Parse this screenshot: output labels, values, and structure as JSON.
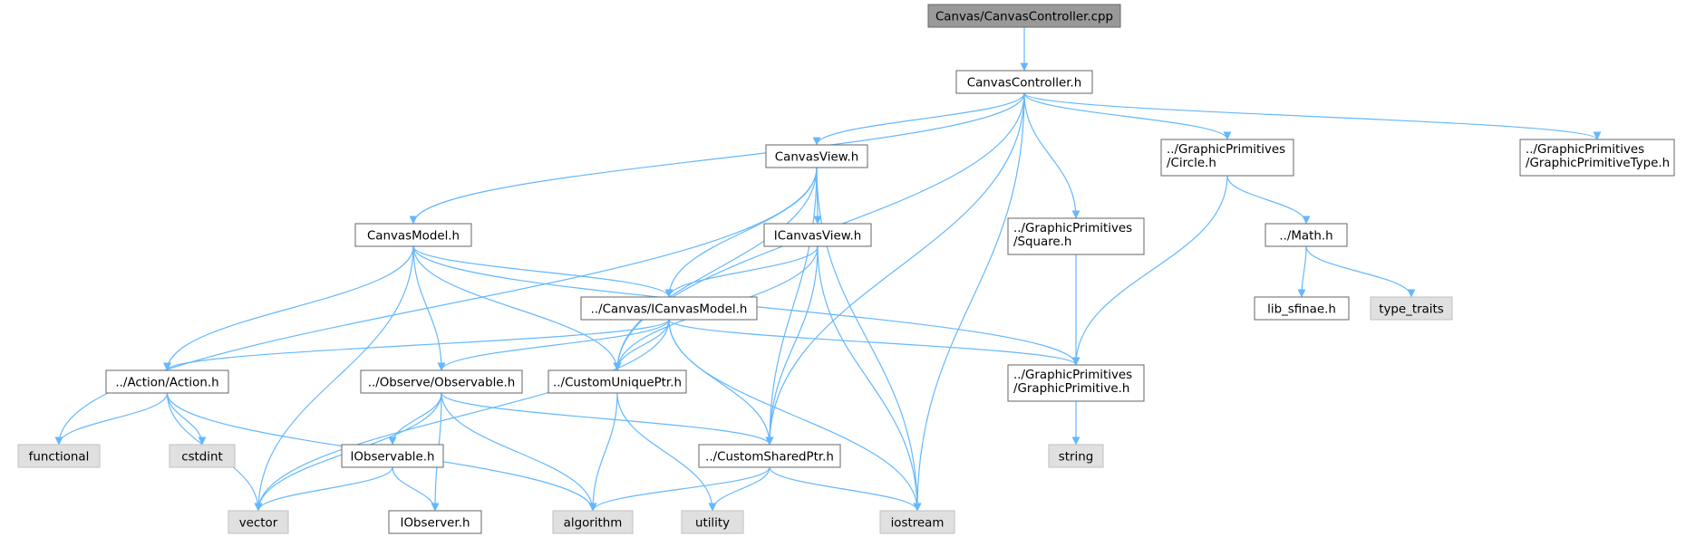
{
  "diagram": {
    "title": "",
    "colors": {
      "root_fill": "#999999",
      "root_border": "#666666",
      "project_fill": "#ffffff",
      "project_border": "#666666",
      "system_fill": "#e0e0e0",
      "system_border": "#bfbfbf",
      "edge": "#63b8ff"
    },
    "nodes": [
      {
        "id": "canvascontroller_cpp",
        "kind": "root",
        "lines": [
          "Canvas/CanvasController.cpp"
        ]
      },
      {
        "id": "canvascontroller_h",
        "kind": "project",
        "lines": [
          "CanvasController.h"
        ]
      },
      {
        "id": "canvasview_h",
        "kind": "project",
        "lines": [
          "CanvasView.h"
        ]
      },
      {
        "id": "gp_circle_h",
        "kind": "project",
        "lines": [
          "../GraphicPrimitives",
          "/Circle.h"
        ]
      },
      {
        "id": "gp_type_h",
        "kind": "project",
        "lines": [
          "../GraphicPrimitives",
          "/GraphicPrimitiveType.h"
        ]
      },
      {
        "id": "canvasmodel_h",
        "kind": "project",
        "lines": [
          "CanvasModel.h"
        ]
      },
      {
        "id": "icanvasview_h",
        "kind": "project",
        "lines": [
          "ICanvasView.h"
        ]
      },
      {
        "id": "gp_square_h",
        "kind": "project",
        "lines": [
          "../GraphicPrimitives",
          "/Square.h"
        ]
      },
      {
        "id": "math_h",
        "kind": "project",
        "lines": [
          "../Math.h"
        ]
      },
      {
        "id": "icanvasmodel_h",
        "kind": "project",
        "lines": [
          "../Canvas/ICanvasModel.h"
        ]
      },
      {
        "id": "lib_sfinae_h",
        "kind": "project",
        "lines": [
          "lib_sfinae.h"
        ]
      },
      {
        "id": "type_traits",
        "kind": "system",
        "lines": [
          "type_traits"
        ]
      },
      {
        "id": "action_h",
        "kind": "project",
        "lines": [
          "../Action/Action.h"
        ]
      },
      {
        "id": "observable_h",
        "kind": "project",
        "lines": [
          "../Observe/Observable.h"
        ]
      },
      {
        "id": "customuniqueptr_h",
        "kind": "project",
        "lines": [
          "../CustomUniquePtr.h"
        ]
      },
      {
        "id": "gp_primitive_h",
        "kind": "project",
        "lines": [
          "../GraphicPrimitives",
          "/GraphicPrimitive.h"
        ]
      },
      {
        "id": "functional",
        "kind": "system",
        "lines": [
          "functional"
        ]
      },
      {
        "id": "cstdint",
        "kind": "system",
        "lines": [
          "cstdint"
        ]
      },
      {
        "id": "iobservable_h",
        "kind": "project",
        "lines": [
          "IObservable.h"
        ]
      },
      {
        "id": "customsharedptr_h",
        "kind": "project",
        "lines": [
          "../CustomSharedPtr.h"
        ]
      },
      {
        "id": "string",
        "kind": "system",
        "lines": [
          "string"
        ]
      },
      {
        "id": "vector",
        "kind": "system",
        "lines": [
          "vector"
        ]
      },
      {
        "id": "iobserver_h",
        "kind": "project",
        "lines": [
          "IObserver.h"
        ]
      },
      {
        "id": "algorithm",
        "kind": "system",
        "lines": [
          "algorithm"
        ]
      },
      {
        "id": "utility",
        "kind": "system",
        "lines": [
          "utility"
        ]
      },
      {
        "id": "iostream",
        "kind": "system",
        "lines": [
          "iostream"
        ]
      }
    ],
    "edges": [
      {
        "from": "canvascontroller_cpp",
        "to": "canvascontroller_h"
      },
      {
        "from": "canvascontroller_h",
        "to": "canvasview_h"
      },
      {
        "from": "canvascontroller_h",
        "to": "canvasmodel_h"
      },
      {
        "from": "canvascontroller_h",
        "to": "gp_circle_h"
      },
      {
        "from": "canvascontroller_h",
        "to": "gp_type_h"
      },
      {
        "from": "canvascontroller_h",
        "to": "gp_square_h"
      },
      {
        "from": "canvascontroller_h",
        "to": "customuniqueptr_h"
      },
      {
        "from": "canvascontroller_h",
        "to": "customsharedptr_h"
      },
      {
        "from": "canvascontroller_h",
        "to": "iostream"
      },
      {
        "from": "canvasview_h",
        "to": "icanvasview_h"
      },
      {
        "from": "canvasview_h",
        "to": "icanvasmodel_h"
      },
      {
        "from": "canvasview_h",
        "to": "customuniqueptr_h"
      },
      {
        "from": "canvasview_h",
        "to": "customsharedptr_h"
      },
      {
        "from": "canvasview_h",
        "to": "functional"
      },
      {
        "from": "canvasview_h",
        "to": "iostream"
      },
      {
        "from": "gp_circle_h",
        "to": "math_h"
      },
      {
        "from": "gp_circle_h",
        "to": "gp_primitive_h"
      },
      {
        "from": "canvasmodel_h",
        "to": "icanvasmodel_h"
      },
      {
        "from": "canvasmodel_h",
        "to": "action_h"
      },
      {
        "from": "canvasmodel_h",
        "to": "observable_h"
      },
      {
        "from": "canvasmodel_h",
        "to": "customuniqueptr_h"
      },
      {
        "from": "canvasmodel_h",
        "to": "gp_primitive_h"
      },
      {
        "from": "canvasmodel_h",
        "to": "vector"
      },
      {
        "from": "icanvasview_h",
        "to": "icanvasmodel_h"
      },
      {
        "from": "icanvasview_h",
        "to": "customuniqueptr_h"
      },
      {
        "from": "icanvasview_h",
        "to": "customsharedptr_h"
      },
      {
        "from": "icanvasview_h",
        "to": "iostream"
      },
      {
        "from": "gp_square_h",
        "to": "gp_primitive_h"
      },
      {
        "from": "math_h",
        "to": "lib_sfinae_h"
      },
      {
        "from": "math_h",
        "to": "type_traits"
      },
      {
        "from": "icanvasmodel_h",
        "to": "action_h"
      },
      {
        "from": "icanvasmodel_h",
        "to": "observable_h"
      },
      {
        "from": "icanvasmodel_h",
        "to": "customuniqueptr_h"
      },
      {
        "from": "icanvasmodel_h",
        "to": "customsharedptr_h"
      },
      {
        "from": "icanvasmodel_h",
        "to": "gp_primitive_h"
      },
      {
        "from": "icanvasmodel_h",
        "to": "vector"
      },
      {
        "from": "icanvasmodel_h",
        "to": "iostream"
      },
      {
        "from": "action_h",
        "to": "functional"
      },
      {
        "from": "action_h",
        "to": "cstdint"
      },
      {
        "from": "action_h",
        "to": "vector"
      },
      {
        "from": "action_h",
        "to": "algorithm"
      },
      {
        "from": "observable_h",
        "to": "iobservable_h"
      },
      {
        "from": "observable_h",
        "to": "iobserver_h"
      },
      {
        "from": "observable_h",
        "to": "customsharedptr_h"
      },
      {
        "from": "observable_h",
        "to": "vector"
      },
      {
        "from": "observable_h",
        "to": "algorithm"
      },
      {
        "from": "customuniqueptr_h",
        "to": "algorithm"
      },
      {
        "from": "customuniqueptr_h",
        "to": "utility"
      },
      {
        "from": "gp_primitive_h",
        "to": "string"
      },
      {
        "from": "iobservable_h",
        "to": "vector"
      },
      {
        "from": "iobservable_h",
        "to": "iobserver_h"
      },
      {
        "from": "customsharedptr_h",
        "to": "algorithm"
      },
      {
        "from": "customsharedptr_h",
        "to": "utility"
      },
      {
        "from": "customsharedptr_h",
        "to": "iostream"
      }
    ]
  }
}
